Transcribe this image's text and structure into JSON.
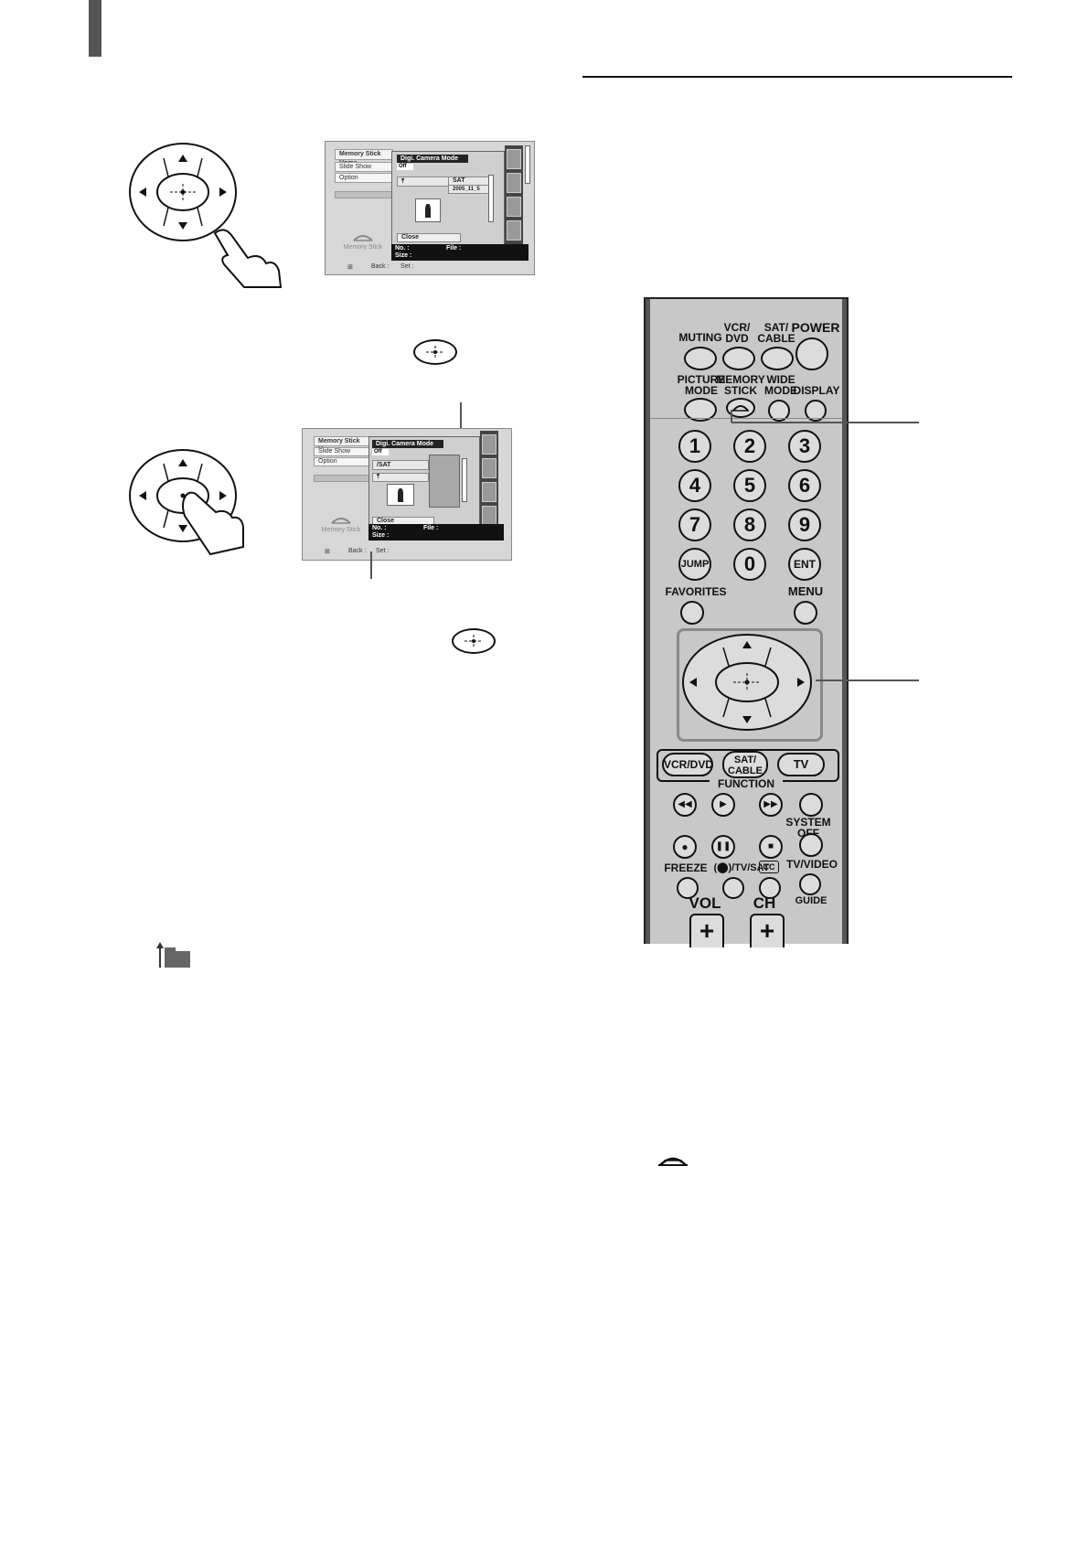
{
  "screen1": {
    "menu_title": "Memory Stick Home",
    "slide_show": "Slide Show",
    "option": "Option",
    "mode_label": "Digi. Camera Mode",
    "mode_value": "Off",
    "folder_right": "SAT",
    "folder_right_sub": "2005_11_5",
    "close": "Close",
    "info_no": "No. :",
    "info_size": "Size :",
    "info_file": "File :",
    "footer_back": "Back :",
    "footer_set": "Set :",
    "logo_text": "Memory Stick"
  },
  "screen2": {
    "menu_title": "Memory Stick Home",
    "slide_show": "Slide Show",
    "option": "Option",
    "mode_label": "Digi. Camera Mode",
    "mode_value": "Off",
    "folder": "/SAT",
    "close": "Close",
    "info_no": "No. :",
    "info_size": "Size :",
    "info_file": "File :",
    "footer_back": "Back :",
    "footer_set": "Set :",
    "logo_text": "Memory Stick"
  },
  "remote": {
    "muting": "MUTING",
    "vcr_dvd_top": "VCR/\nDVD",
    "sat_cable_top": "SAT/\nCABLE",
    "power": "POWER",
    "picture_mode": "PICTURE\nMODE",
    "memory_stick": "MEMORY\nSTICK",
    "wide_mode": "WIDE\nMODE",
    "display": "DISPLAY",
    "numbers": [
      "1",
      "2",
      "3",
      "4",
      "5",
      "6",
      "7",
      "8",
      "9"
    ],
    "jump": "JUMP",
    "zero": "0",
    "ent": "ENT",
    "favorites": "FAVORITES",
    "menu": "MENU",
    "func_vcr_dvd": "VCR/DVD",
    "func_sat_cable": "SAT/\nCABLE",
    "func_tv": "TV",
    "function": "FUNCTION",
    "system_off": "SYSTEM OFF",
    "freeze": "FREEZE",
    "tv_sat": "(⬤)/TV/SAT",
    "cc": "CC",
    "tv_video": "TV/VIDEO",
    "guide": "GUIDE",
    "vol": "VOL",
    "ch": "CH"
  },
  "icons": {
    "up_folder": "up-folder-icon",
    "memory_stick": "memory-stick-logo-icon",
    "enter_key": "enter-key-icon"
  }
}
